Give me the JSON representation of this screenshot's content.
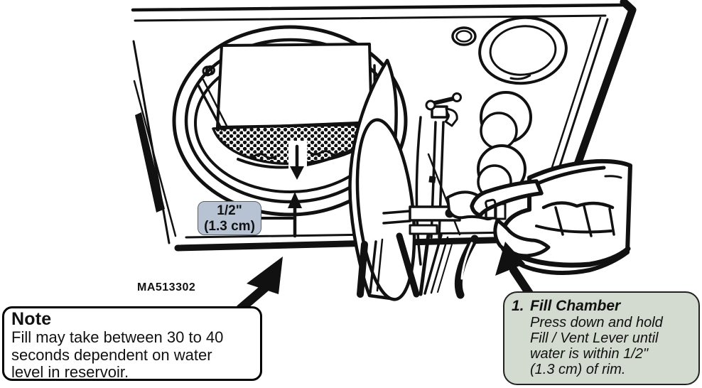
{
  "colors": {
    "ink": "#111111",
    "measurement_label_bg": "#b7c3d3",
    "callout_bg": "#d3dbd0"
  },
  "figure": {
    "drawing_id": "MA513302",
    "measurement_label": {
      "line1": "1/2\"",
      "line2": "(1.3 cm)"
    }
  },
  "note_box": {
    "title": "Note",
    "lines": [
      "Fill may take between 30 to 40",
      "seconds dependent on water",
      "level in reservoir."
    ]
  },
  "callout_box": {
    "number": "1.",
    "title": "Fill Chamber",
    "lines": [
      "Press down and hold",
      "Fill / Vent Lever until",
      "water is within 1/2\"",
      "(1.3 cm) of rim."
    ]
  }
}
